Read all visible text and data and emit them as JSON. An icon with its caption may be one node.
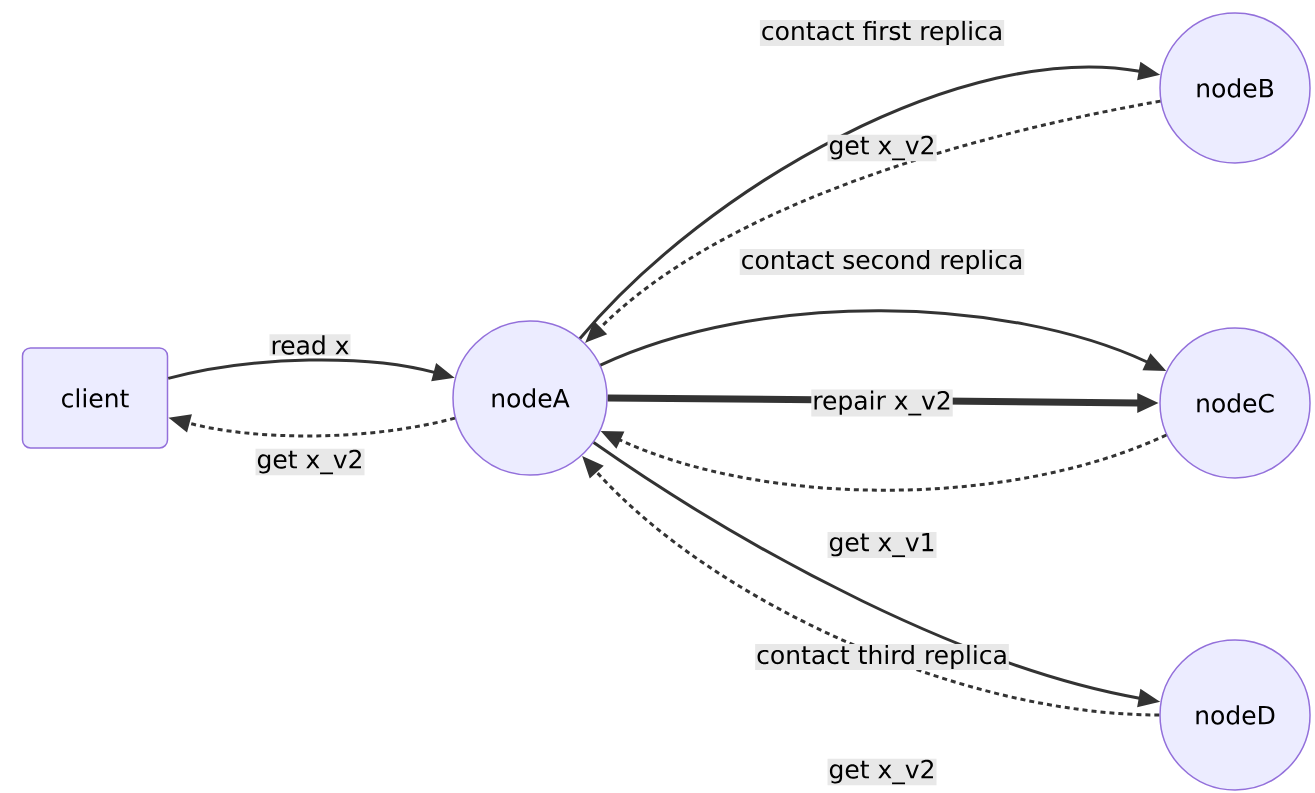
{
  "diagram": {
    "nodes": [
      {
        "text": [
          "client"
        ]
      },
      {
        "text": [
          "nodeA"
        ]
      },
      {
        "text": [
          "nodeB"
        ]
      },
      {
        "text": [
          "nodeC"
        ]
      },
      {
        "text": [
          "nodeD"
        ]
      }
    ],
    "edges": [
      {
        "from": 0,
        "to": 1,
        "arrow": "to",
        "label": "read x"
      },
      {
        "from": 1,
        "to": 0,
        "arrow": "to",
        "label": "get x_v2",
        "style": "dashed"
      },
      {
        "from": 1,
        "to": 2,
        "arrow": "to",
        "label": "contact first replica"
      },
      {
        "from": 2,
        "to": 1,
        "arrow": "to",
        "label": "get x_v2",
        "style": "dashed"
      },
      {
        "from": 1,
        "to": 3,
        "arrow": "to",
        "label": "contact second replica"
      },
      {
        "from": 1,
        "to": 3,
        "arrow": "to",
        "label": "repair x_v2",
        "style": "thick"
      },
      {
        "from": 3,
        "to": 1,
        "arrow": "to",
        "label": "get x_v1",
        "style": "dashed"
      },
      {
        "from": 1,
        "to": 4,
        "arrow": "to",
        "label": "contact third replica"
      },
      {
        "from": 4,
        "to": 1,
        "arrow": "to",
        "label": "get x_v2",
        "style": "dashed"
      }
    ]
  }
}
